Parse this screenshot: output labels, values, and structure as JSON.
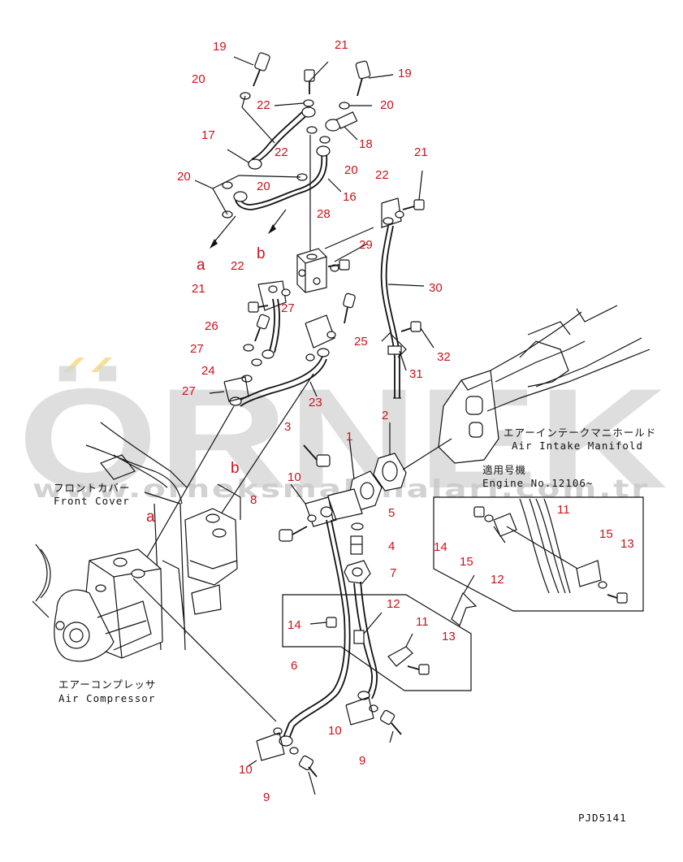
{
  "callouts": [
    {
      "n": "19"
    },
    {
      "n": "21"
    },
    {
      "n": "19"
    },
    {
      "n": "20"
    },
    {
      "n": "22"
    },
    {
      "n": "20"
    },
    {
      "n": "17"
    },
    {
      "n": "22"
    },
    {
      "n": "18"
    },
    {
      "n": "20"
    },
    {
      "n": "20"
    },
    {
      "n": "20"
    },
    {
      "n": "16"
    },
    {
      "n": "21"
    },
    {
      "n": "22"
    },
    {
      "n": "28"
    },
    {
      "n": "29"
    },
    {
      "n": "a"
    },
    {
      "n": "b"
    },
    {
      "n": "22"
    },
    {
      "n": "21"
    },
    {
      "n": "27"
    },
    {
      "n": "30"
    },
    {
      "n": "26"
    },
    {
      "n": "25"
    },
    {
      "n": "27"
    },
    {
      "n": "32"
    },
    {
      "n": "24"
    },
    {
      "n": "31"
    },
    {
      "n": "27"
    },
    {
      "n": "23"
    },
    {
      "n": "2"
    },
    {
      "n": "3"
    },
    {
      "n": "1"
    },
    {
      "n": "10"
    },
    {
      "n": "b"
    },
    {
      "n": "8"
    },
    {
      "n": "a"
    },
    {
      "n": "5"
    },
    {
      "n": "4"
    },
    {
      "n": "7"
    },
    {
      "n": "12"
    },
    {
      "n": "14"
    },
    {
      "n": "11"
    },
    {
      "n": "13"
    },
    {
      "n": "6"
    },
    {
      "n": "10"
    },
    {
      "n": "9"
    },
    {
      "n": "10"
    },
    {
      "n": "9"
    },
    {
      "n": "11"
    },
    {
      "n": "14"
    },
    {
      "n": "15"
    },
    {
      "n": "15"
    },
    {
      "n": "13"
    },
    {
      "n": "12"
    }
  ],
  "labels": {
    "air_intake_jp": "エアーインテークマニホールド",
    "air_intake_en": "Air Intake Manifold",
    "applicable_jp": "適用号機",
    "engine_no": "Engine No.12106~",
    "front_cover_jp": "フロントカバー",
    "front_cover_en": "Front Cover",
    "compressor_jp": "エアーコンプレッサ",
    "compressor_en": "Air Compressor",
    "drawing_code": "PJD5141"
  },
  "watermark": {
    "brand": "ÖRNEK",
    "url": "www.orneksmakinalari.com.tr"
  },
  "colors": {
    "callout": "#c8141e",
    "line": "#111111",
    "watermark": "#d4d4d4",
    "watermark_accent": "#f2d36b"
  }
}
